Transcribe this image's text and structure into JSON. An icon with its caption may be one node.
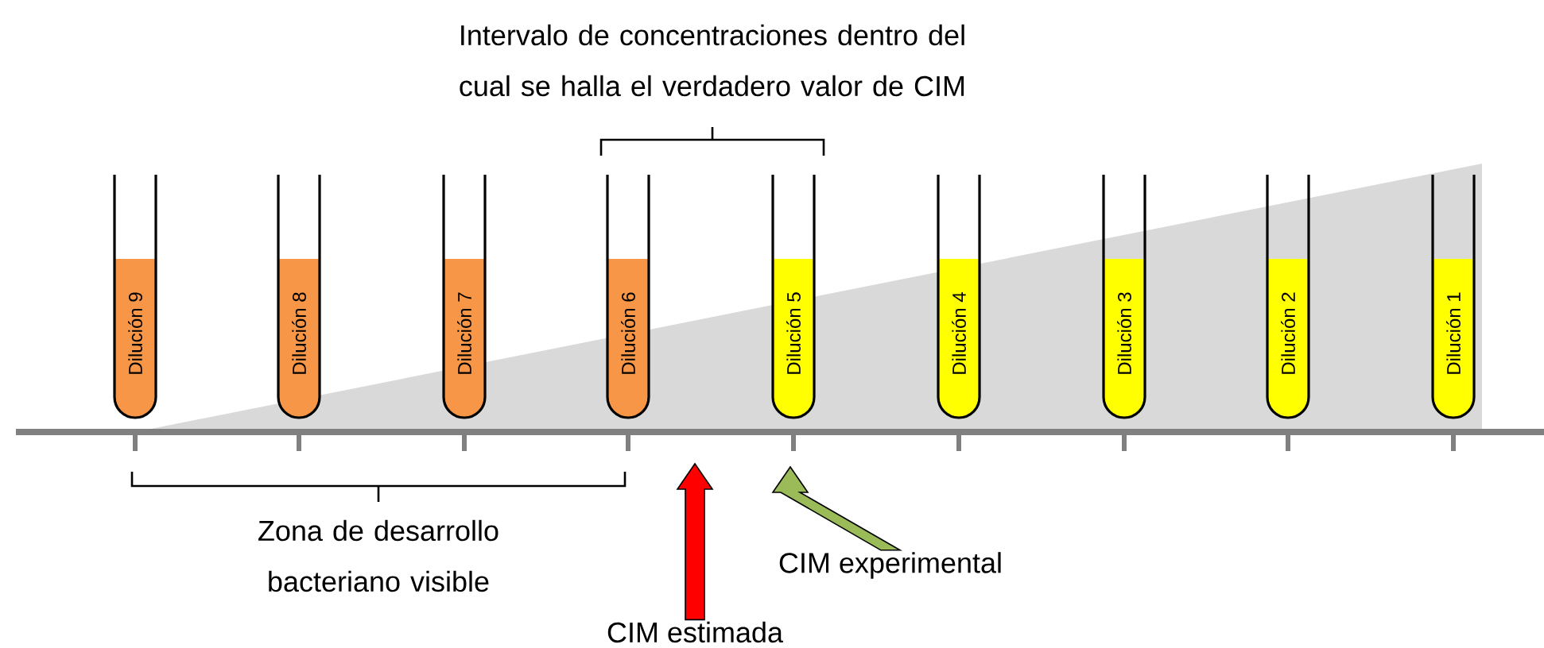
{
  "diagram": {
    "nodes": [
      {
        "text": [
          "Dilución 9"
        ]
      },
      {
        "text": [
          "Dilución 8"
        ]
      },
      {
        "text": [
          "Dilución 7"
        ]
      },
      {
        "text": [
          "Dilución 6"
        ]
      },
      {
        "text": [
          "Dilución 5"
        ]
      },
      {
        "text": [
          "Dilución 4"
        ]
      },
      {
        "text": [
          "Dilución 3"
        ]
      },
      {
        "text": [
          "Dilución 2"
        ]
      },
      {
        "text": [
          "Dilución 1"
        ]
      },
      {
        "text": [
          "CIM estimada"
        ]
      },
      {
        "text": [
          "CIM experimental"
        ]
      }
    ],
    "edges": [
      {
        "from": 9,
        "to": null,
        "arrow": "to",
        "color": "#ff0000"
      },
      {
        "from": 10,
        "to": null,
        "arrow": "to",
        "color": "#9bbb59"
      }
    ],
    "labels": [
      "Intervalo de concentraciones dentro del cual se halla el verdadero valor de CIM",
      "Zona de desarrollo bacteriano visible"
    ]
  }
}
